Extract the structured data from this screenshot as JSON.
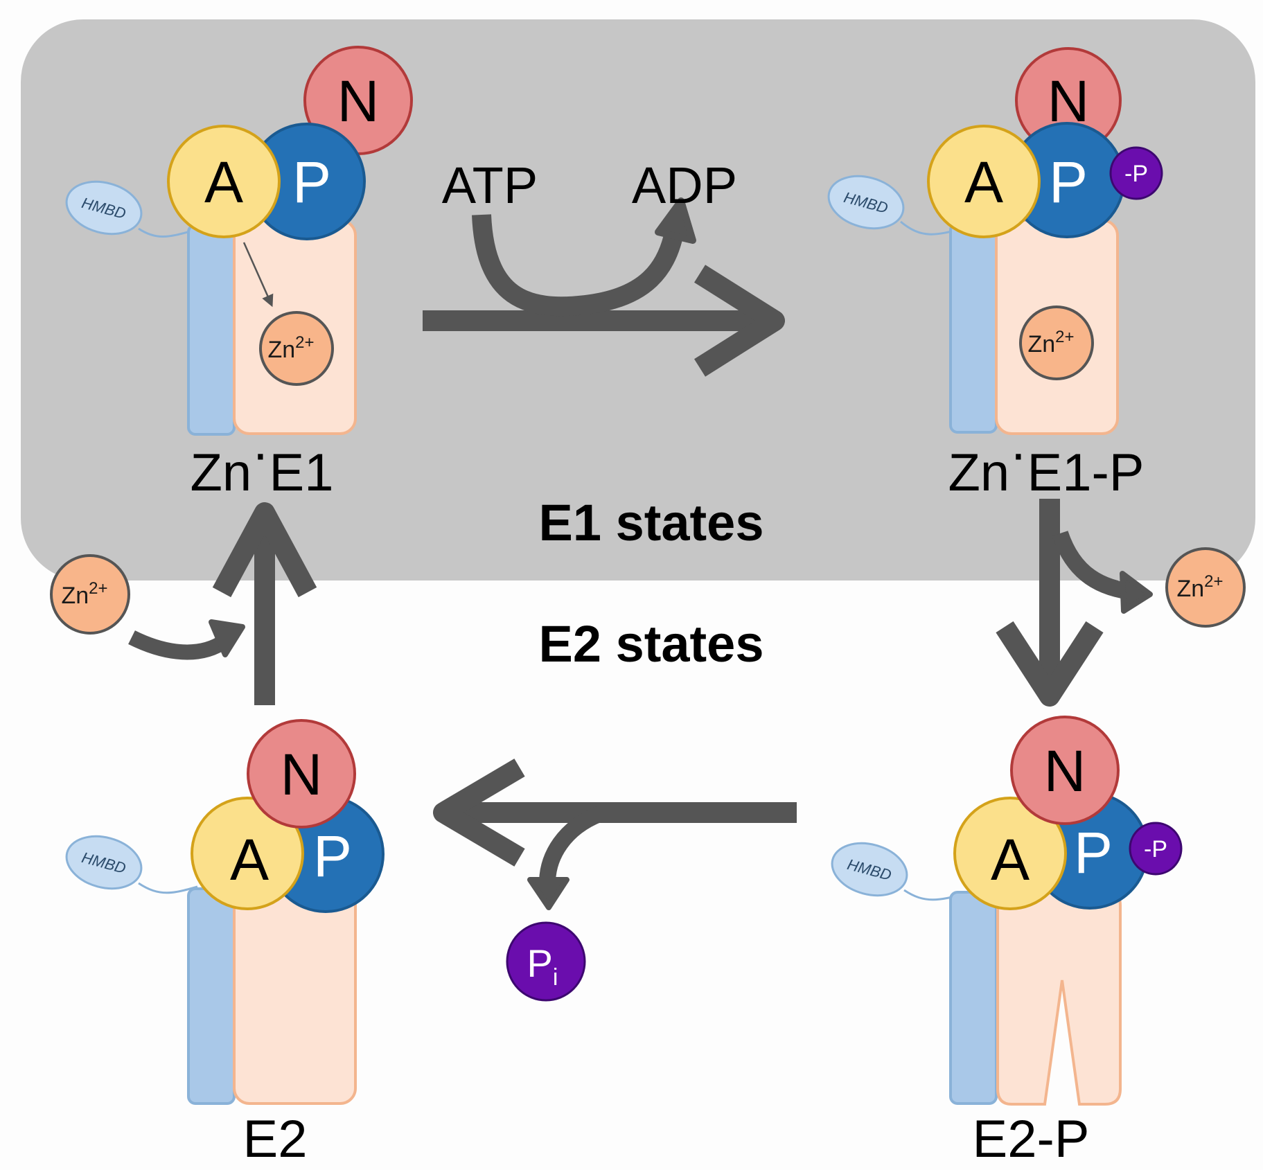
{
  "regions": {
    "e1_label": "E1 states",
    "e2_label": "E2 states"
  },
  "states": {
    "zn_e1": {
      "label_main": "Zn",
      "label_dot": "·",
      "label_rest": "E1"
    },
    "zn_e1_p": {
      "label_main": "Zn",
      "label_dot": "·",
      "label_rest": "E1-P"
    },
    "e2_p": {
      "label": "E2-P"
    },
    "e2": {
      "label": "E2"
    }
  },
  "domains": {
    "actuator": "A",
    "phosphorylation": "P",
    "nucleotide": "N",
    "hmbd": "HMBD",
    "phospho_group": "-P"
  },
  "ligands": {
    "zinc_base": "Zn",
    "zinc_charge": "2+",
    "phosphate_base": "P",
    "phosphate_sub": "i"
  },
  "reactions": {
    "atp": "ATP",
    "adp": "ADP"
  },
  "colors": {
    "e1_region": "#c6c6c6",
    "e2_region": "#fdfdfd",
    "arrow": "#555555",
    "domain_A": "#fbe08b",
    "domain_A_stroke": "#d4a21a",
    "domain_P": "#2471b5",
    "domain_P_stroke": "#1a5a91",
    "domain_N": "#e88a8a",
    "domain_N_stroke": "#b23a3a",
    "tm_helix": "#a9c8e8",
    "tm_body": "#fde3d4",
    "tm_body_stroke": "#f3b58e",
    "zinc": "#f8b58a",
    "phospho": "#6a0dad"
  }
}
